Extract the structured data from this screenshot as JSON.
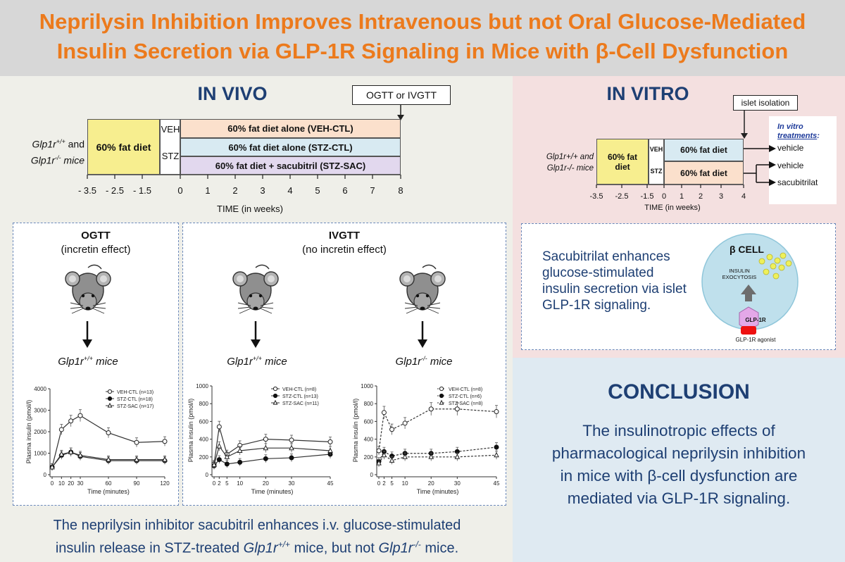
{
  "title_line1": "Neprilysin Inhibition Improves Intravenous but not Oral Glucose-Mediated",
  "title_line2": "Insulin Secretion via GLP-1R Signaling in Mice with β-Cell Dysfunction",
  "vivo": {
    "heading": "IN VIVO",
    "test_label": "OGTT or IVGTT",
    "mice_label": "Glp1r",
    "mice_sup1": "+/+",
    "mice_and": " and",
    "mice_sup2": "-/-",
    "mice_word": " mice",
    "prediet": "60% fat diet",
    "veh": "VEH",
    "stz": "STZ",
    "arm1": "60% fat diet alone (VEH-CTL)",
    "arm2": "60% fat diet alone (STZ-CTL)",
    "arm3": "60% fat diet + sacubitril (STZ-SAC)",
    "ticks": [
      "- 3.5",
      "- 2.5",
      "- 1.5",
      "0",
      "1",
      "2",
      "3",
      "4",
      "5",
      "6",
      "7",
      "8"
    ],
    "xlabel": "TIME (in weeks)",
    "colors": {
      "prediet": "#f7ee8f",
      "arm1": "#fbe0cc",
      "arm2": "#d8eaf2",
      "arm3": "#e2d8ee"
    }
  },
  "ogtt": {
    "title": "OGTT",
    "subtitle": "(incretin effect)",
    "mice": "Glp1r",
    "sup": "+/+",
    "word": " mice"
  },
  "ivgtt": {
    "title": "IVGTT",
    "subtitle": "(no incretin effect)",
    "mice1": "Glp1r",
    "sup1": "+/+",
    "mice2": "Glp1r",
    "sup2": "-/-",
    "word": " mice"
  },
  "chart_data": [
    {
      "type": "line",
      "ylabel": "Plasma insulin (pmol/l)",
      "xlabel": "Time (minutes)",
      "x": [
        0,
        10,
        20,
        30,
        60,
        90,
        120
      ],
      "xticks": [
        0,
        10,
        20,
        30,
        60,
        90,
        120
      ],
      "ylim": [
        0,
        4000
      ],
      "yticks": [
        0,
        1000,
        2000,
        3000,
        4000
      ],
      "series": [
        {
          "name": "VEH-CTL (n=13)",
          "values": [
            350,
            2100,
            2500,
            2750,
            1950,
            1500,
            1550
          ],
          "marker": "open-circle",
          "dashed": false
        },
        {
          "name": "STZ-CTL (n=18)",
          "values": [
            350,
            900,
            1050,
            850,
            650,
            650,
            650
          ],
          "marker": "filled-circle",
          "dashed": false
        },
        {
          "name": "STZ-SAC (n=17)",
          "values": [
            350,
            950,
            1050,
            900,
            700,
            700,
            700
          ],
          "marker": "open-triangle",
          "dashed": false
        }
      ]
    },
    {
      "type": "line",
      "ylabel": "Plasma insulin (pmol/l)",
      "xlabel": "Time (minutes)",
      "x": [
        0,
        2,
        5,
        10,
        20,
        30,
        45
      ],
      "xticks": [
        0,
        2,
        5,
        10,
        20,
        30,
        45
      ],
      "ylim": [
        0,
        1000
      ],
      "yticks": [
        0,
        200,
        400,
        600,
        800,
        1000
      ],
      "series": [
        {
          "name": "VEH-CTL (n=8)",
          "values": [
            120,
            540,
            230,
            330,
            400,
            390,
            370
          ],
          "marker": "open-circle",
          "dashed": false
        },
        {
          "name": "STZ-CTL (n=13)",
          "values": [
            100,
            170,
            120,
            140,
            180,
            190,
            230
          ],
          "marker": "filled-circle",
          "dashed": false
        },
        {
          "name": "STZ-SAC (n=11)",
          "values": [
            110,
            320,
            200,
            270,
            300,
            300,
            270
          ],
          "marker": "open-triangle",
          "dashed": false
        }
      ]
    },
    {
      "type": "line",
      "ylabel": "Plasma insulin (pmol/l)",
      "xlabel": "Time (minutes)",
      "x": [
        0,
        2,
        5,
        10,
        20,
        30,
        45
      ],
      "xticks": [
        0,
        2,
        5,
        10,
        20,
        30,
        45
      ],
      "ylim": [
        0,
        1000
      ],
      "yticks": [
        0,
        200,
        400,
        600,
        800,
        1000
      ],
      "series": [
        {
          "name": "VEH-CTL (n=8)",
          "values": [
            270,
            700,
            510,
            580,
            740,
            740,
            710
          ],
          "marker": "open-circle",
          "dashed": true
        },
        {
          "name": "STZ-CTL (n=6)",
          "values": [
            150,
            260,
            210,
            240,
            240,
            260,
            310
          ],
          "marker": "filled-circle",
          "dashed": true
        },
        {
          "name": "STZ-SAC (n=8)",
          "values": [
            130,
            220,
            160,
            200,
            200,
            200,
            220
          ],
          "marker": "open-triangle",
          "dashed": true
        }
      ]
    }
  ],
  "vivo_footer": {
    "line1": "The neprilysin inhibitor sacubitril enhances i.v. glucose-stimulated",
    "line2a": "insulin release in STZ-treated ",
    "mice": "Glp1r",
    "sup1": "+/+",
    "mid": " mice, but not ",
    "mice2": "Glp1r",
    "sup2": "-/-",
    "end": " mice."
  },
  "vitro": {
    "heading": "IN VITRO",
    "isolation": "islet isolation",
    "mice": "Glp1r+/+ and",
    "mice2": "Glp1r-/- mice",
    "prediet": "60% fat diet",
    "veh": "VEH",
    "stz": "STZ",
    "arm1": "60% fat diet",
    "arm2": "60% fat diet",
    "ticks": [
      "-3.5",
      "-2.5",
      "-1.5",
      "0",
      "1",
      "2",
      "3",
      "4"
    ],
    "xlabel": "TIME (in weeks)",
    "treat_title1": "In vitro",
    "treat_title2": "treatments",
    "treat_colon": ":",
    "t1": "vehicle",
    "t2": "vehicle",
    "t3": "sacubitrilat",
    "finding": "Sacubitrilat enhances glucose-stimulated insulin secretion via islet GLP-1R signaling.",
    "cell_title": "β CELL",
    "exo1": "INSULIN",
    "exo2": "EXOCYTOSIS",
    "receptor": "GLP-1R",
    "agonist": "GLP-1R agonist"
  },
  "conclusion": {
    "heading": "CONCLUSION",
    "text": "The insulinotropic effects of pharmacological neprilysin inhibition in mice with β-cell dysfunction are mediated via GLP-1R signaling."
  }
}
